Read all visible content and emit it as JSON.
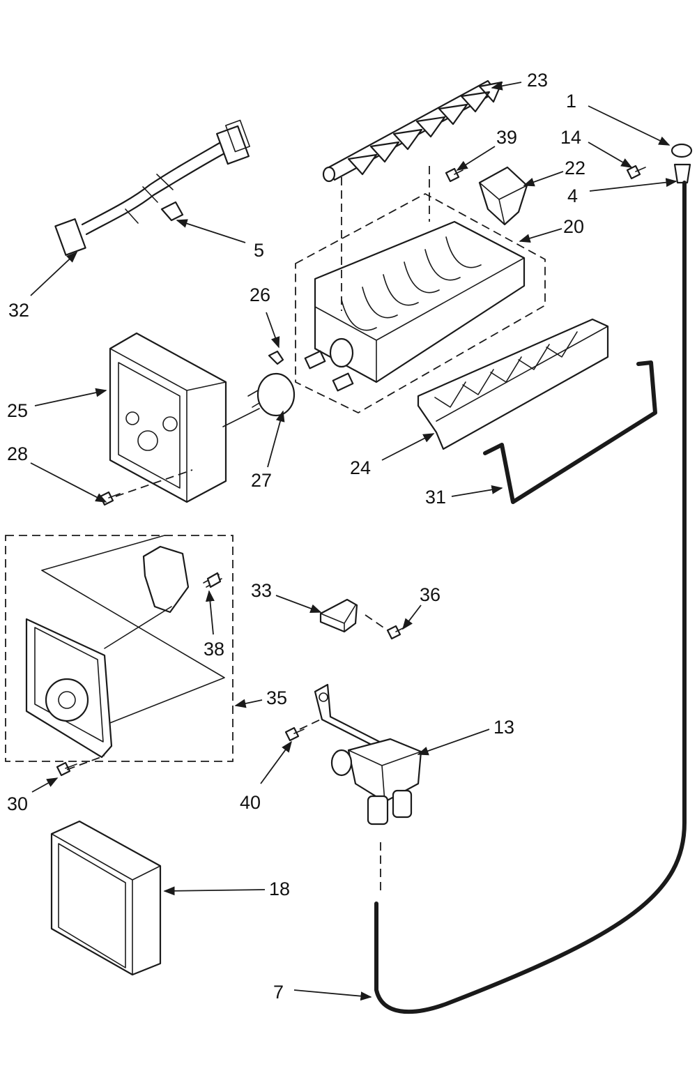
{
  "diagram": {
    "callouts": [
      {
        "id": "c1",
        "label": "1"
      },
      {
        "id": "c14",
        "label": "14"
      },
      {
        "id": "c4",
        "label": "4"
      },
      {
        "id": "c23",
        "label": "23"
      },
      {
        "id": "c39",
        "label": "39"
      },
      {
        "id": "c22",
        "label": "22"
      },
      {
        "id": "c20",
        "label": "20"
      },
      {
        "id": "c5",
        "label": "5"
      },
      {
        "id": "c32",
        "label": "32"
      },
      {
        "id": "c26",
        "label": "26"
      },
      {
        "id": "c25",
        "label": "25"
      },
      {
        "id": "c28",
        "label": "28"
      },
      {
        "id": "c27",
        "label": "27"
      },
      {
        "id": "c24",
        "label": "24"
      },
      {
        "id": "c31",
        "label": "31"
      },
      {
        "id": "c33",
        "label": "33"
      },
      {
        "id": "c36",
        "label": "36"
      },
      {
        "id": "c38",
        "label": "38"
      },
      {
        "id": "c35",
        "label": "35"
      },
      {
        "id": "c13",
        "label": "13"
      },
      {
        "id": "c40",
        "label": "40"
      },
      {
        "id": "c30",
        "label": "30"
      },
      {
        "id": "c18",
        "label": "18"
      },
      {
        "id": "c7",
        "label": "7"
      }
    ]
  }
}
